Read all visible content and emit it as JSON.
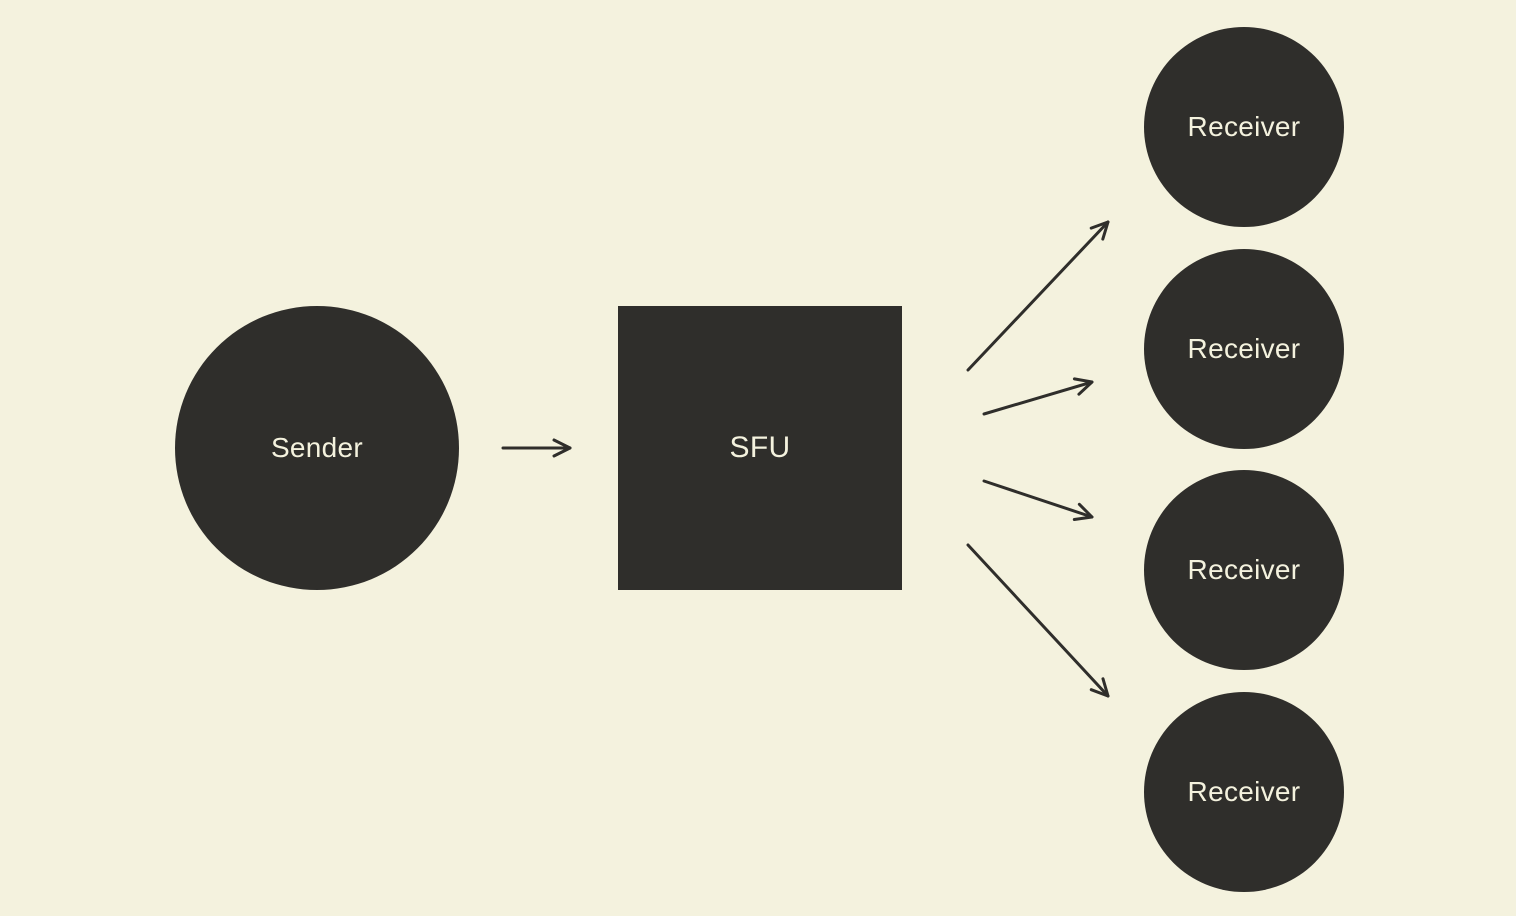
{
  "diagram": {
    "type": "flow-diagram",
    "topic": "SFU media forwarding topology",
    "sender": {
      "label": "Sender",
      "shape": "circle"
    },
    "sfu": {
      "label": "SFU",
      "shape": "square"
    },
    "receivers": [
      {
        "label": "Receiver",
        "shape": "circle"
      },
      {
        "label": "Receiver",
        "shape": "circle"
      },
      {
        "label": "Receiver",
        "shape": "circle"
      },
      {
        "label": "Receiver",
        "shape": "circle"
      }
    ],
    "connections": [
      {
        "from": "Sender",
        "to": "SFU"
      },
      {
        "from": "SFU",
        "to": "Receiver 1"
      },
      {
        "from": "SFU",
        "to": "Receiver 2"
      },
      {
        "from": "SFU",
        "to": "Receiver 3"
      },
      {
        "from": "SFU",
        "to": "Receiver 4"
      }
    ],
    "colors": {
      "background": "#f4f2de",
      "shape_fill": "#2f2e2b",
      "shape_text": "#f4f2de",
      "arrow": "#2f2e2b"
    }
  }
}
